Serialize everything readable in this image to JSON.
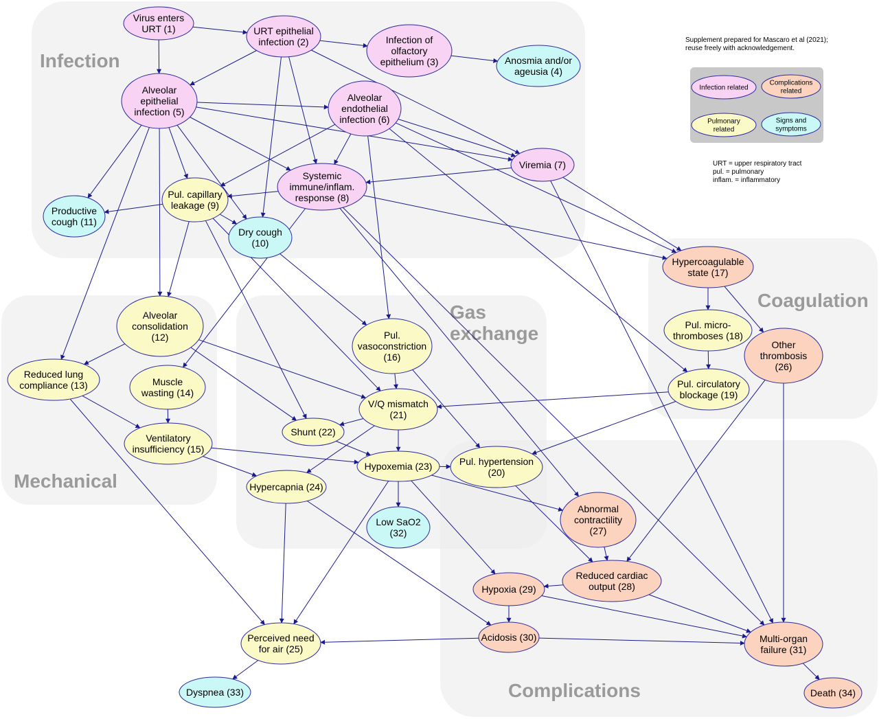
{
  "colors": {
    "infection": "#f8d3f3",
    "pulmonary": "#fbf9c6",
    "complications": "#fbd3be",
    "signs": "#c9f8f6",
    "edge": "#1a1a8c",
    "region": "#ebebeb"
  },
  "regions": [
    {
      "id": "infection",
      "label": "Infection"
    },
    {
      "id": "mechanical",
      "label": "Mechanical"
    },
    {
      "id": "gas",
      "label": "Gas exchange"
    },
    {
      "id": "coagulation",
      "label": "Coagulation"
    },
    {
      "id": "complications",
      "label": "Complications"
    }
  ],
  "nodes": [
    {
      "id": 1,
      "label": "Virus enters\nURT (1)",
      "category": "infection"
    },
    {
      "id": 2,
      "label": "URT epithelial\ninfection (2)",
      "category": "infection"
    },
    {
      "id": 3,
      "label": "Infection of\nolfactory\nepithelium (3)",
      "category": "infection"
    },
    {
      "id": 4,
      "label": "Anosmia and/or\nageusia (4)",
      "category": "signs"
    },
    {
      "id": 5,
      "label": "Alveolar\nepithelial\ninfection (5)",
      "category": "infection"
    },
    {
      "id": 6,
      "label": "Alveolar\nendothelial\ninfection (6)",
      "category": "infection"
    },
    {
      "id": 7,
      "label": "Viremia (7)",
      "category": "infection"
    },
    {
      "id": 8,
      "label": "Systemic\nimmune/inflam.\nresponse (8)",
      "category": "infection"
    },
    {
      "id": 9,
      "label": "Pul. capillary\nleakage (9)",
      "category": "pulmonary"
    },
    {
      "id": 10,
      "label": "Dry cough\n(10)",
      "category": "signs"
    },
    {
      "id": 11,
      "label": "Productive\ncough (11)",
      "category": "signs"
    },
    {
      "id": 12,
      "label": "Alveolar\nconsolidation\n(12)",
      "category": "pulmonary"
    },
    {
      "id": 13,
      "label": "Reduced lung\ncompliance (13)",
      "category": "pulmonary"
    },
    {
      "id": 14,
      "label": "Muscle\nwasting (14)",
      "category": "pulmonary"
    },
    {
      "id": 15,
      "label": "Ventilatory\ninsufficiency (15)",
      "category": "pulmonary"
    },
    {
      "id": 16,
      "label": "Pul.\nvasoconstriction\n(16)",
      "category": "pulmonary"
    },
    {
      "id": 17,
      "label": "Hypercoagulable\nstate (17)",
      "category": "complications"
    },
    {
      "id": 18,
      "label": "Pul. micro-\nthromboses (18)",
      "category": "pulmonary"
    },
    {
      "id": 19,
      "label": "Pul. circulatory\nblockage (19)",
      "category": "pulmonary"
    },
    {
      "id": 20,
      "label": "Pul. hypertension\n(20)",
      "category": "pulmonary"
    },
    {
      "id": 21,
      "label": "V/Q mismatch\n(21)",
      "category": "pulmonary"
    },
    {
      "id": 22,
      "label": "Shunt (22)",
      "category": "pulmonary"
    },
    {
      "id": 23,
      "label": "Hypoxemia (23)",
      "category": "pulmonary"
    },
    {
      "id": 24,
      "label": "Hypercapnia (24)",
      "category": "pulmonary"
    },
    {
      "id": 25,
      "label": "Perceived need\nfor air (25)",
      "category": "pulmonary"
    },
    {
      "id": 26,
      "label": "Other\nthrombosis\n(26)",
      "category": "complications"
    },
    {
      "id": 27,
      "label": "Abnormal\ncontractility\n(27)",
      "category": "complications"
    },
    {
      "id": 28,
      "label": "Reduced cardiac\noutput (28)",
      "category": "complications"
    },
    {
      "id": 29,
      "label": "Hypoxia (29)",
      "category": "complications"
    },
    {
      "id": 30,
      "label": "Acidosis (30)",
      "category": "complications"
    },
    {
      "id": 31,
      "label": "Multi-organ\nfailure (31)",
      "category": "complications"
    },
    {
      "id": 32,
      "label": "Low SaO2\n(32)",
      "category": "signs"
    },
    {
      "id": 33,
      "label": "Dyspnea (33)",
      "category": "signs"
    },
    {
      "id": 34,
      "label": "Death (34)",
      "category": "complications"
    }
  ],
  "edges": [
    [
      1,
      2
    ],
    [
      1,
      5
    ],
    [
      2,
      3
    ],
    [
      3,
      4
    ],
    [
      2,
      5
    ],
    [
      2,
      8
    ],
    [
      2,
      7
    ],
    [
      2,
      10
    ],
    [
      5,
      6
    ],
    [
      5,
      7
    ],
    [
      5,
      8
    ],
    [
      5,
      9
    ],
    [
      5,
      11
    ],
    [
      5,
      12
    ],
    [
      5,
      13
    ],
    [
      5,
      10
    ],
    [
      6,
      8
    ],
    [
      6,
      9
    ],
    [
      6,
      7
    ],
    [
      6,
      16
    ],
    [
      6,
      17
    ],
    [
      6,
      19
    ],
    [
      7,
      8
    ],
    [
      7,
      17
    ],
    [
      7,
      31
    ],
    [
      8,
      9
    ],
    [
      8,
      17
    ],
    [
      8,
      14
    ],
    [
      8,
      27
    ],
    [
      8,
      31
    ],
    [
      9,
      11
    ],
    [
      9,
      10
    ],
    [
      9,
      12
    ],
    [
      9,
      22
    ],
    [
      9,
      21
    ],
    [
      10,
      16
    ],
    [
      12,
      13
    ],
    [
      12,
      22
    ],
    [
      12,
      21
    ],
    [
      13,
      15
    ],
    [
      13,
      25
    ],
    [
      14,
      15
    ],
    [
      15,
      23
    ],
    [
      15,
      24
    ],
    [
      16,
      21
    ],
    [
      16,
      20
    ],
    [
      17,
      18
    ],
    [
      17,
      26
    ],
    [
      18,
      19
    ],
    [
      19,
      21
    ],
    [
      19,
      20
    ],
    [
      21,
      22
    ],
    [
      21,
      23
    ],
    [
      21,
      24
    ],
    [
      22,
      23
    ],
    [
      23,
      20
    ],
    [
      23,
      32
    ],
    [
      23,
      27
    ],
    [
      23,
      29
    ],
    [
      23,
      25
    ],
    [
      24,
      25
    ],
    [
      24,
      30
    ],
    [
      20,
      28
    ],
    [
      27,
      28
    ],
    [
      28,
      29
    ],
    [
      28,
      31
    ],
    [
      29,
      30
    ],
    [
      29,
      31
    ],
    [
      30,
      25
    ],
    [
      30,
      31
    ],
    [
      26,
      28
    ],
    [
      26,
      31
    ],
    [
      31,
      34
    ],
    [
      25,
      33
    ]
  ],
  "note": {
    "supplement": [
      "Supplement prepared for Mascaro et al (2021);",
      "reuse freely with acknowledgement."
    ],
    "abbreviations": [
      "URT = upper respiratory tract",
      "pul. = pulmonary",
      "inflam. = inflammatory"
    ]
  },
  "legend": [
    {
      "label": "Infection related",
      "category": "infection"
    },
    {
      "label": "Complications\nrelated",
      "category": "complications"
    },
    {
      "label": "Pulmonary\nrelated",
      "category": "pulmonary"
    },
    {
      "label": "Signs and\nsymptoms",
      "category": "signs"
    }
  ]
}
